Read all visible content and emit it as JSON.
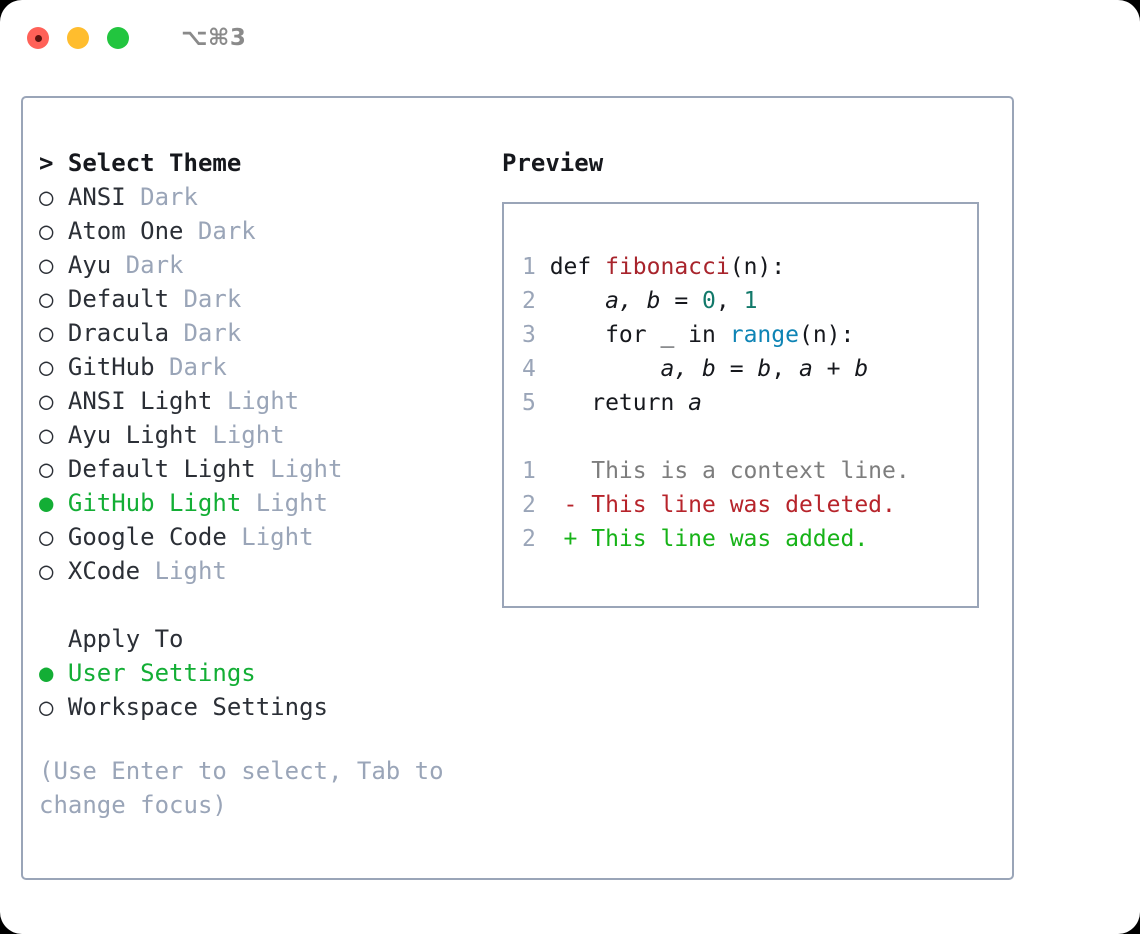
{
  "titlebar": {
    "shortcut": "⌥⌘3",
    "lights": [
      {
        "name": "close",
        "color": "#ff6158"
      },
      {
        "name": "minimize",
        "color": "#ffbd2e"
      },
      {
        "name": "maximize",
        "color": "#22c53f"
      }
    ]
  },
  "theme_list": {
    "header": "Select Theme",
    "caret": ">",
    "bullet_unselected": "○",
    "bullet_selected": "●",
    "selected_color": "#13ae35",
    "items": [
      {
        "name": "ANSI",
        "variant": "Dark",
        "selected": false
      },
      {
        "name": "Atom One",
        "variant": "Dark",
        "selected": false
      },
      {
        "name": "Ayu",
        "variant": "Dark",
        "selected": false
      },
      {
        "name": "Default",
        "variant": "Dark",
        "selected": false
      },
      {
        "name": "Dracula",
        "variant": "Dark",
        "selected": false
      },
      {
        "name": "GitHub",
        "variant": "Dark",
        "selected": false
      },
      {
        "name": "ANSI Light",
        "variant": "Light",
        "selected": false
      },
      {
        "name": "Ayu Light",
        "variant": "Light",
        "selected": false
      },
      {
        "name": "Default Light",
        "variant": "Light",
        "selected": false
      },
      {
        "name": "GitHub Light",
        "variant": "Light",
        "selected": true
      },
      {
        "name": "Google Code",
        "variant": "Light",
        "selected": false
      },
      {
        "name": "XCode",
        "variant": "Light",
        "selected": false
      }
    ]
  },
  "apply_to": {
    "header": "Apply To",
    "items": [
      {
        "name": "User Settings",
        "selected": true
      },
      {
        "name": "Workspace Settings",
        "selected": false
      }
    ]
  },
  "hint": "(Use Enter to select, Tab to change focus)",
  "preview": {
    "title": "Preview",
    "code_lines": [
      {
        "num": "1",
        "tokens": [
          {
            "t": "def ",
            "c": "kw"
          },
          {
            "t": "fibonacci",
            "c": "fn"
          },
          {
            "t": "(n):",
            "c": "kw"
          }
        ]
      },
      {
        "num": "2",
        "tokens": [
          {
            "t": "    ",
            "c": "kw"
          },
          {
            "t": "a, b",
            "c": "var"
          },
          {
            "t": " = ",
            "c": "kw"
          },
          {
            "t": "0",
            "c": "num"
          },
          {
            "t": ", ",
            "c": "kw"
          },
          {
            "t": "1",
            "c": "num"
          }
        ]
      },
      {
        "num": "3",
        "tokens": [
          {
            "t": "    for _ in ",
            "c": "kw"
          },
          {
            "t": "range",
            "c": "bi"
          },
          {
            "t": "(n):",
            "c": "kw"
          }
        ]
      },
      {
        "num": "4",
        "tokens": [
          {
            "t": "        ",
            "c": "kw"
          },
          {
            "t": "a, b",
            "c": "var"
          },
          {
            "t": " = ",
            "c": "kw"
          },
          {
            "t": "b",
            "c": "var"
          },
          {
            "t": ", ",
            "c": "kw"
          },
          {
            "t": "a",
            "c": "var"
          },
          {
            "t": " + ",
            "c": "kw"
          },
          {
            "t": "b",
            "c": "var"
          }
        ]
      },
      {
        "num": "5",
        "tokens": [
          {
            "t": "   return ",
            "c": "kw"
          },
          {
            "t": "a",
            "c": "var"
          }
        ]
      }
    ],
    "diff_lines": [
      {
        "num": "1",
        "marker": " ",
        "text": " This is a context line.",
        "kind": "ctx"
      },
      {
        "num": "2",
        "marker": "-",
        "text": " This line was deleted.",
        "kind": "del"
      },
      {
        "num": "2",
        "marker": "+",
        "text": " This line was added.",
        "kind": "add"
      }
    ],
    "diff_colors": {
      "context": "#7d7d7d",
      "deleted": "#b7242b",
      "added": "#17b318"
    },
    "syntax_colors": {
      "keyword": "#16181d",
      "function": "#a8242c",
      "number": "#12796a",
      "builtin": "#0e84b5",
      "line_number": "#9aa5b8"
    }
  }
}
